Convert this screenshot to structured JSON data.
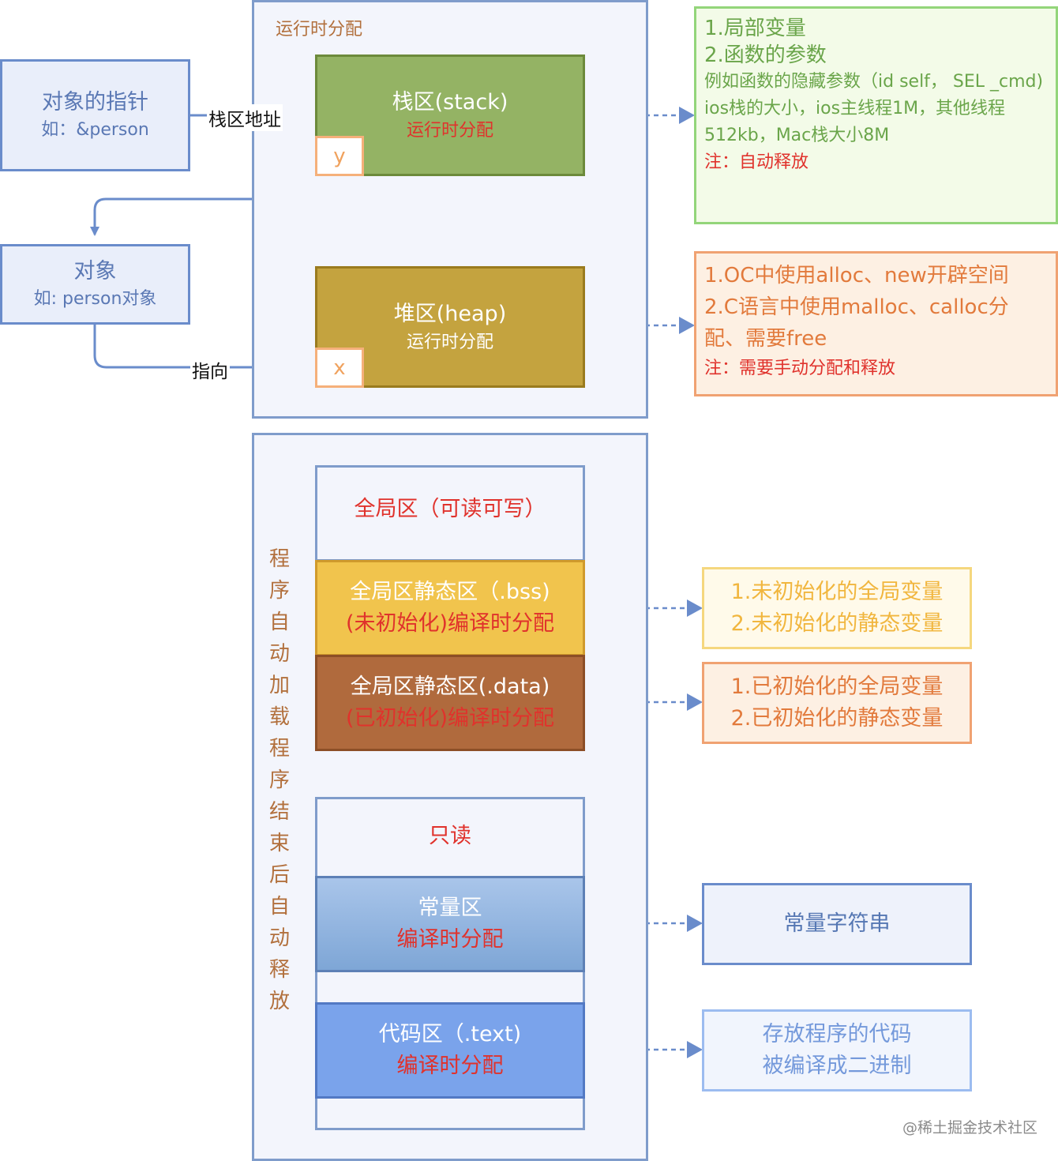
{
  "runtime": {
    "label": "运行时分配",
    "stack": {
      "title": "栈区(stack)",
      "subtitle": "运行时分配",
      "tag": "y"
    },
    "heap": {
      "title": "堆区(heap)",
      "subtitle": "运行时分配",
      "tag": "x"
    }
  },
  "pointer": {
    "title": "对象的指针",
    "example": "如：&person"
  },
  "object": {
    "title": "对象",
    "example": "如: person对象"
  },
  "edges": {
    "stack_address": "栈区地址",
    "points_to": "指向"
  },
  "notes": {
    "stack": {
      "lines": [
        "1.局部变量",
        "2.函数的参数",
        "例如函数的隐藏参数（id self， SEL _cmd)",
        "ios栈的大小，ios主线程1M，其他线程512kb，Mac栈大小8M"
      ],
      "note": "注：自动释放"
    },
    "heap": {
      "lines": [
        "1.OC中使用alloc、new开辟空间",
        "2.C语言中使用malloc、calloc分配、需要free"
      ],
      "note": "注：需要手动分配和释放"
    },
    "bss": [
      "1.未初始化的全局变量",
      "2.未初始化的静态变量"
    ],
    "data": [
      "1.已初始化的全局变量",
      "2.已初始化的静态变量"
    ],
    "const": [
      "常量字符串"
    ],
    "text": [
      "存放程序的代码",
      "被编译成二进制"
    ]
  },
  "program": {
    "vertical_label": "程序自动加载程序结束后自动释放",
    "global": {
      "title": "全局区（可读可写）"
    },
    "bss": {
      "title": "全局区静态区（.bss)",
      "subtitle": "(未初始化)编译时分配"
    },
    "data": {
      "title": "全局区静态区(.data)",
      "subtitle": "(已初始化)编译时分配"
    },
    "readonly": {
      "title": "只读"
    },
    "const": {
      "title": "常量区",
      "subtitle": "编译时分配"
    },
    "text": {
      "title": "代码区（.text)",
      "subtitle": "编译时分配"
    }
  },
  "watermark": "@稀土掘金技术社区"
}
